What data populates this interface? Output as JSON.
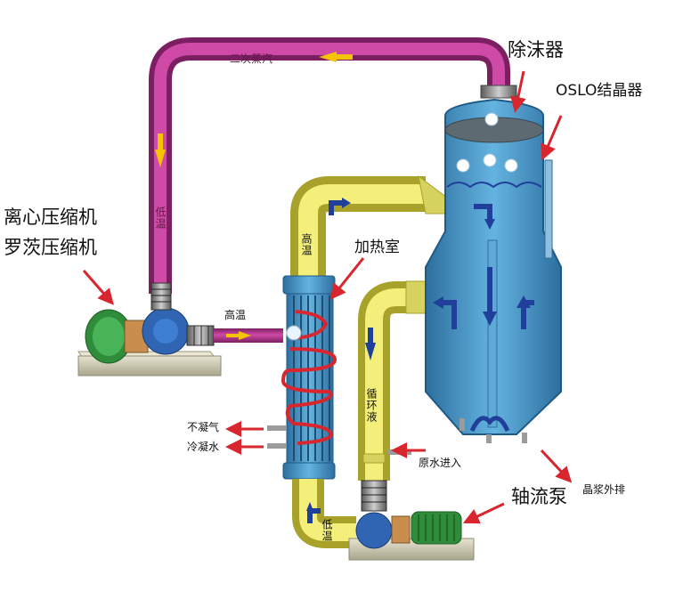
{
  "labels": {
    "demister": "除沫器",
    "oslo": "OSLO结晶器",
    "compressor_1": "离心压缩机",
    "compressor_2": "罗茨压缩机",
    "heating_chamber": "加热室",
    "high_temp_left": "高温",
    "high_temp_vertical": "高温",
    "noncondensable": "不凝气",
    "condensate": "冷凝水",
    "circulating_liquid": "循环液",
    "raw_water_in": "原水进入",
    "axial_pump": "轴流泵",
    "low_temp": "低温",
    "slurry_out": "晶浆外排",
    "secondary_steam": "二次蒸汽",
    "low_temp_vertical": "低温"
  },
  "colors": {
    "steam_pipe": "#b5338f",
    "yellow_pipe": "#e9e45a",
    "vessel": "#3d8ec7",
    "flow_arrow_blue": "#1f3f9a",
    "flow_arrow_yellow": "#f4c400",
    "pointer_red": "#d7262e",
    "base": "#c9c6b3"
  }
}
